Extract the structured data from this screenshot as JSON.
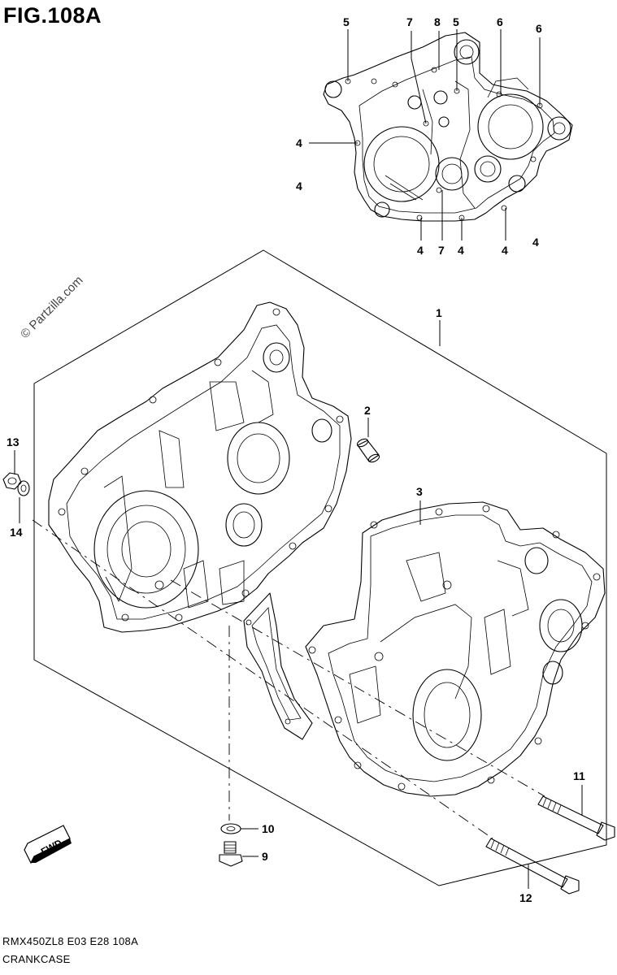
{
  "figure": {
    "title": "FIG.108A",
    "watermark": "© Partzilla.com",
    "model_code": "RMX450ZL8  E03  E28  108A",
    "caption": "CRANKCASE"
  },
  "callouts": {
    "top_5a": "5",
    "top_7a": "7",
    "top_8": "8",
    "top_5b": "5",
    "top_6a": "6",
    "top_6b": "6",
    "top_4a": "4",
    "top_4b": "4",
    "top_4c": "4",
    "top_7b": "7",
    "top_4d": "4",
    "top_4e": "4",
    "top_4f": "4",
    "p1": "1",
    "p2": "2",
    "p3": "3",
    "p9": "9",
    "p10": "10",
    "p11": "11",
    "p12": "12",
    "p13": "13",
    "p14": "14"
  },
  "fwd_label": "FWD"
}
